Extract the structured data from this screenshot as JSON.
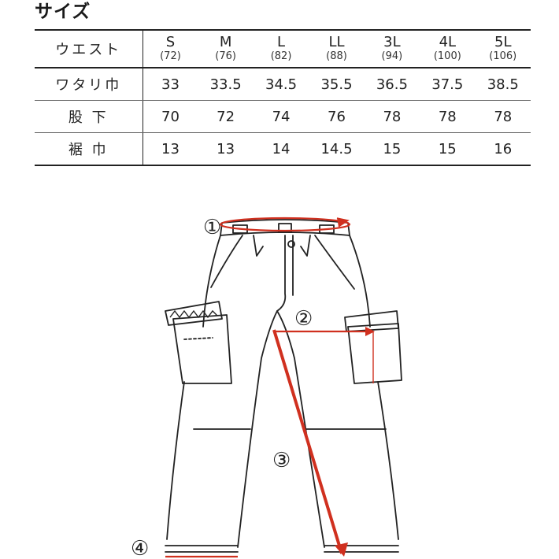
{
  "page_title": "サイズ",
  "table": {
    "header_label": "ウエスト",
    "sizes": [
      {
        "name": "S",
        "waist": "(72)"
      },
      {
        "name": "M",
        "waist": "(76)"
      },
      {
        "name": "L",
        "waist": "(82)"
      },
      {
        "name": "LL",
        "waist": "(88)"
      },
      {
        "name": "3L",
        "waist": "(94)"
      },
      {
        "name": "4L",
        "waist": "(100)"
      },
      {
        "name": "5L",
        "waist": "(106)"
      }
    ],
    "rows": [
      {
        "label": "ワタリ巾",
        "values": [
          "33",
          "33.5",
          "34.5",
          "35.5",
          "36.5",
          "37.5",
          "38.5"
        ]
      },
      {
        "label": "股 下",
        "values": [
          "70",
          "72",
          "74",
          "76",
          "78",
          "78",
          "78"
        ]
      },
      {
        "label": "裾 巾",
        "values": [
          "13",
          "13",
          "14",
          "14.5",
          "15",
          "15",
          "16"
        ]
      }
    ]
  },
  "diagram": {
    "markers": [
      "①",
      "②",
      "③",
      "④"
    ],
    "accent_color": "#d0301f",
    "line_color": "#222222"
  }
}
